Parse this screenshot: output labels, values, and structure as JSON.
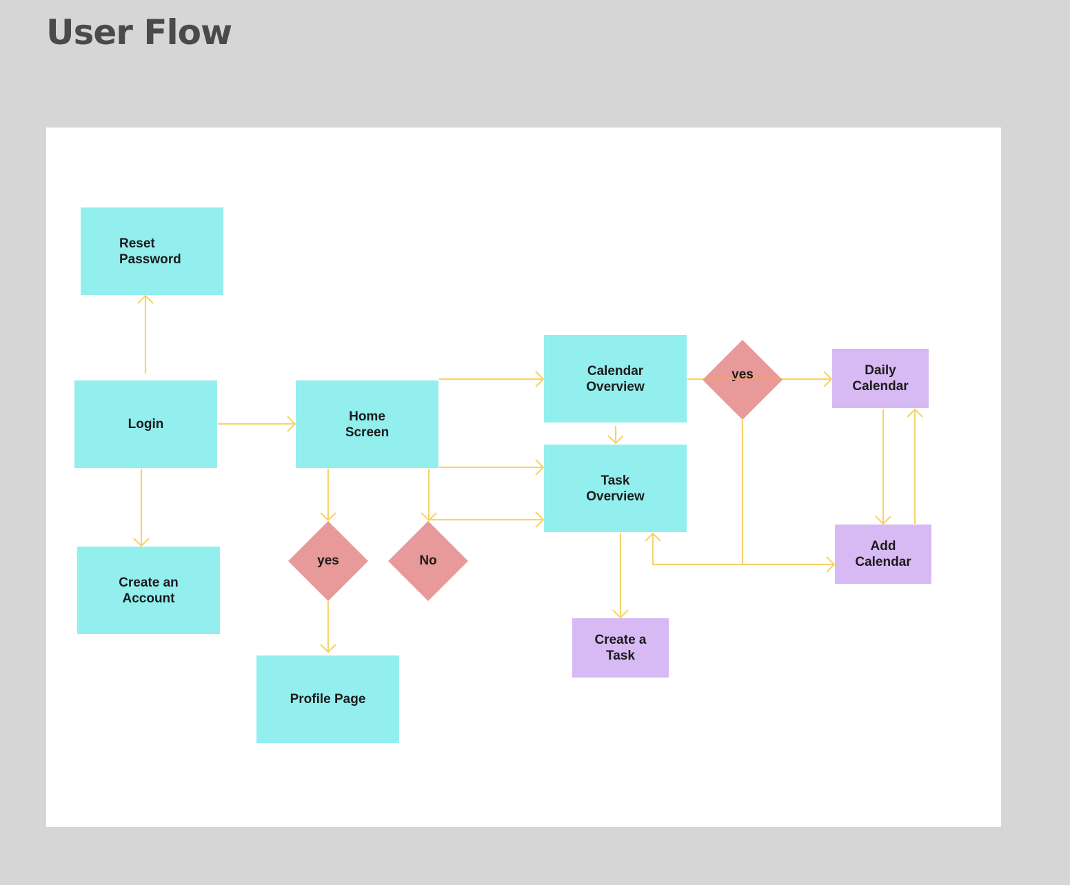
{
  "page": {
    "title": "User Flow"
  },
  "diagram": {
    "type": "flowchart",
    "colors": {
      "screen": "#93eeee",
      "action": "#d7baf3",
      "decision": "#e89a9a",
      "edge": "#f7d46a",
      "background": "#ffffff"
    },
    "nodes": {
      "reset_password": {
        "label": "Reset\nPassword",
        "kind": "screen"
      },
      "login": {
        "label": "Login",
        "kind": "screen"
      },
      "create_account": {
        "label": "Create an\nAccount",
        "kind": "screen"
      },
      "home_screen": {
        "label": "Home\nScreen",
        "kind": "screen"
      },
      "decision_yes_profile": {
        "label": "yes",
        "kind": "decision"
      },
      "decision_no": {
        "label": "No",
        "kind": "decision"
      },
      "profile_page": {
        "label": "Profile Page",
        "kind": "screen"
      },
      "calendar_overview": {
        "label": "Calendar\nOverview",
        "kind": "screen"
      },
      "task_overview": {
        "label": "Task\nOverview",
        "kind": "screen"
      },
      "decision_yes_calendar": {
        "label": "yes",
        "kind": "decision"
      },
      "daily_calendar": {
        "label": "Daily\nCalendar",
        "kind": "action"
      },
      "add_calendar": {
        "label": "Add\nCalendar",
        "kind": "action"
      },
      "create_task": {
        "label": "Create a\nTask",
        "kind": "action"
      }
    },
    "edges": [
      {
        "from": "login",
        "to": "reset_password"
      },
      {
        "from": "login",
        "to": "create_account"
      },
      {
        "from": "login",
        "to": "home_screen"
      },
      {
        "from": "home_screen",
        "to": "calendar_overview"
      },
      {
        "from": "home_screen",
        "to": "task_overview"
      },
      {
        "from": "home_screen",
        "to": "decision_yes_profile"
      },
      {
        "from": "home_screen",
        "to": "decision_no"
      },
      {
        "from": "decision_no",
        "to": "task_overview"
      },
      {
        "from": "decision_yes_profile",
        "to": "profile_page"
      },
      {
        "from": "calendar_overview",
        "to": "task_overview"
      },
      {
        "from": "calendar_overview",
        "to": "decision_yes_calendar"
      },
      {
        "from": "decision_yes_calendar",
        "to": "daily_calendar"
      },
      {
        "from": "decision_yes_calendar",
        "to": "add_calendar"
      },
      {
        "from": "decision_yes_calendar",
        "to": "task_overview"
      },
      {
        "from": "daily_calendar",
        "to": "add_calendar"
      },
      {
        "from": "add_calendar",
        "to": "daily_calendar"
      },
      {
        "from": "task_overview",
        "to": "create_task"
      }
    ]
  }
}
